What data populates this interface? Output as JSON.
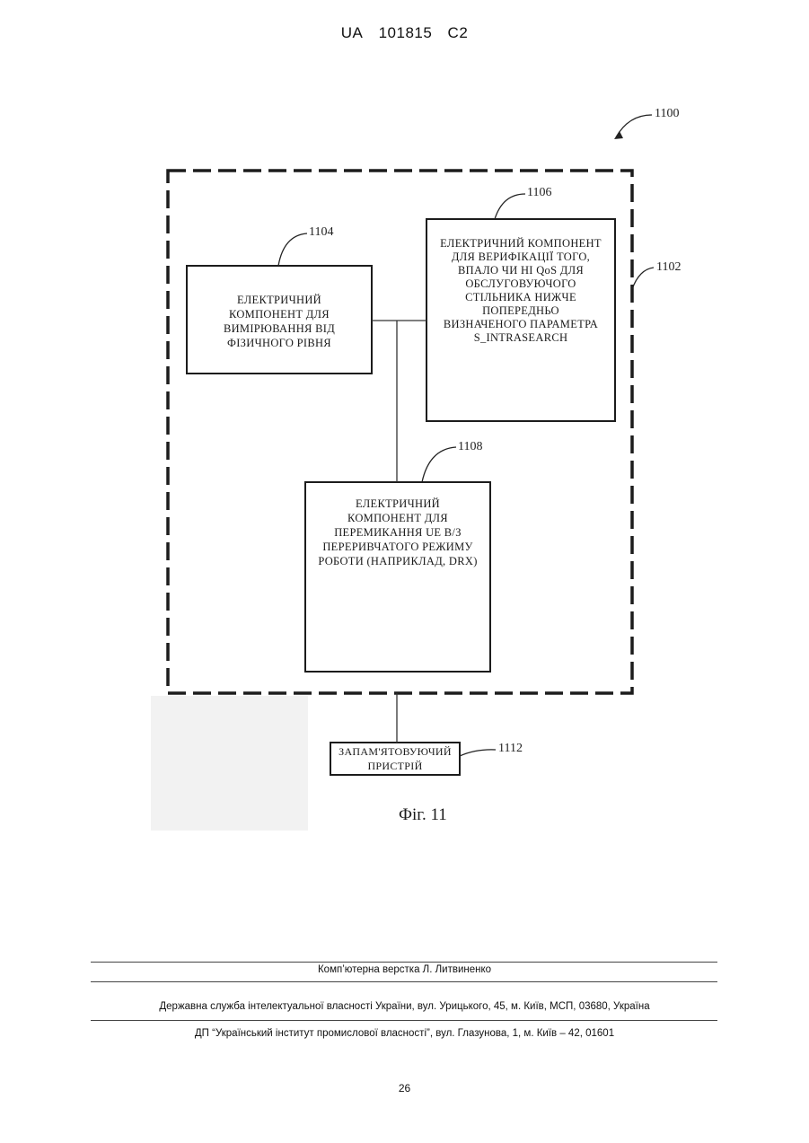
{
  "header": {
    "country": "UA",
    "number": "101815",
    "kind": "C2"
  },
  "figure": {
    "refs": {
      "system": "1100",
      "group": "1102",
      "comp_a": "1104",
      "comp_b": "1106",
      "comp_c": "1108",
      "memory": "1112"
    },
    "boxes": {
      "comp_a": [
        "ЕЛЕКТРИЧНИЙ",
        "КОМПОНЕНТ ДЛЯ",
        "ВИМІРЮВАННЯ ВІД",
        "ФІЗИЧНОГО РІВНЯ"
      ],
      "comp_b": [
        "ЕЛЕКТРИЧНИЙ КОМПОНЕНТ",
        "ДЛЯ ВЕРИФІКАЦІЇ ТОГО,",
        "ВПАЛО ЧИ НІ QoS ДЛЯ",
        "ОБСЛУГОВУЮЧОГО",
        "СТІЛЬНИКА НИЖЧЕ",
        "ПОПЕРЕДНЬО",
        "ВИЗНАЧЕНОГО ПАРАМЕТРА",
        "S_INTRASEARCH"
      ],
      "comp_c": [
        "ЕЛЕКТРИЧНИЙ",
        "КОМПОНЕНТ ДЛЯ",
        "ПЕРЕМИКАННЯ UE В/З",
        "ПЕРЕРИВЧАТОГО РЕЖИМУ",
        "РОБОТИ (НАПРИКЛАД, DRX)"
      ],
      "memory": [
        "ЗАПАМ'ЯТОВУЮЧИЙ",
        "ПРИСТРІЙ"
      ]
    },
    "caption": "Фіг. 11"
  },
  "footer": {
    "layout": "Комп’ютерна верстка Л. Литвиненко",
    "agency": "Державна служба інтелектуальної власності України, вул. Урицького, 45, м. Київ, МСП, 03680, Україна",
    "institute": "ДП “Український інститут промислової власності”, вул. Глазунова, 1, м. Київ – 42, 01601"
  },
  "page_number": "26"
}
